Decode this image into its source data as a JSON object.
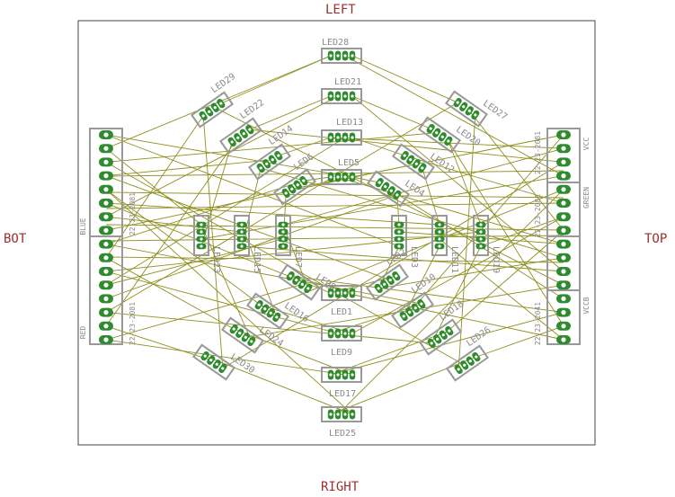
{
  "labels": {
    "left": "LEFT",
    "right": "RIGHT",
    "bot": "BOT",
    "top": "TOP"
  },
  "colors": {
    "trace": "#8f8f1f",
    "pad": "#2e8b2e",
    "component_outline": "#999999",
    "silk_text": "#8a8a8a",
    "side_text": "#9a2f2f",
    "board_outline": "#444444"
  },
  "connectors": [
    {
      "id": "conn-left",
      "labels": [
        "BLUE",
        "RED",
        "22-23-2081",
        "22-23-2081"
      ]
    },
    {
      "id": "conn-right",
      "labels": [
        "VCC",
        "GREEN",
        "VCCB",
        "22-23-2081",
        "22-23-2081",
        "22-23-2041"
      ]
    }
  ],
  "leds": [
    {
      "id": "LED28",
      "label": "LED28",
      "orient": "h"
    },
    {
      "id": "LED21",
      "label": "LED21",
      "orient": "h"
    },
    {
      "id": "LED13",
      "label": "LED13",
      "orient": "h"
    },
    {
      "id": "LED5",
      "label": "LED5",
      "orient": "h"
    },
    {
      "id": "LED1",
      "label": "LED1",
      "orient": "h"
    },
    {
      "id": "LED9",
      "label": "LED9",
      "orient": "h"
    },
    {
      "id": "LED17",
      "label": "LED17",
      "orient": "h"
    },
    {
      "id": "LED25",
      "label": "LED25",
      "orient": "h"
    },
    {
      "id": "LED29",
      "label": "LED29",
      "orient": "d1"
    },
    {
      "id": "LED22",
      "label": "LED22",
      "orient": "d1"
    },
    {
      "id": "LED14",
      "label": "LED14",
      "orient": "d1"
    },
    {
      "id": "LED6",
      "label": "LED6",
      "orient": "d1"
    },
    {
      "id": "LED27",
      "label": "LED27",
      "orient": "d2"
    },
    {
      "id": "LED20",
      "label": "LED20",
      "orient": "d2"
    },
    {
      "id": "LED12",
      "label": "LED12",
      "orient": "d2"
    },
    {
      "id": "LED4",
      "label": "LED4",
      "orient": "d2"
    },
    {
      "id": "LED23",
      "label": "LED23",
      "orient": "v"
    },
    {
      "id": "LED15",
      "label": "LED15",
      "orient": "v"
    },
    {
      "id": "LED7",
      "label": "LED7",
      "orient": "v"
    },
    {
      "id": "LED3",
      "label": "LED3",
      "orient": "v"
    },
    {
      "id": "LED11",
      "label": "LED11",
      "orient": "v"
    },
    {
      "id": "LED19",
      "label": "LED19",
      "orient": "v"
    },
    {
      "id": "LED8",
      "label": "LED8",
      "orient": "d2"
    },
    {
      "id": "LED16",
      "label": "LED16",
      "orient": "d2"
    },
    {
      "id": "LED24",
      "label": "LED24",
      "orient": "d2"
    },
    {
      "id": "LED30",
      "label": "LED30",
      "orient": "d2"
    },
    {
      "id": "LED2",
      "label": "LED2",
      "orient": "d1"
    },
    {
      "id": "LED10",
      "label": "LED10",
      "orient": "d1"
    },
    {
      "id": "LED18",
      "label": "LED18",
      "orient": "d1"
    },
    {
      "id": "LED26",
      "label": "LED26",
      "orient": "d1"
    }
  ]
}
